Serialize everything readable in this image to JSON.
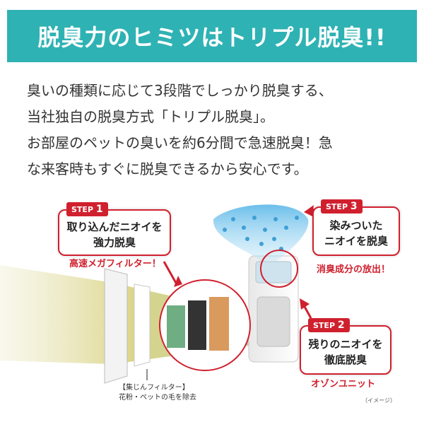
{
  "header": {
    "title": "脱臭力のヒミツはトリプル脱臭!!"
  },
  "intro": {
    "lines": [
      "臭いの種類に応じて3段階でしっかり脱臭する、",
      "当社独自の脱臭方式「トリプル脱臭」。",
      "お部屋のペットの臭いを約6分間で急速脱臭！急",
      "な来客時もすぐに脱臭できるから安心です。"
    ]
  },
  "steps": [
    {
      "tag": "STEP",
      "num": "1",
      "line1": "取り込んだニオイを",
      "line2": "強力脱臭",
      "caption": "高速メガフィルター！"
    },
    {
      "tag": "STEP",
      "num": "3",
      "line1": "染みついた",
      "line2": "ニオイを脱臭",
      "caption": "消臭成分の放出！"
    },
    {
      "tag": "STEP",
      "num": "2",
      "line1": "残りのニオイを",
      "line2": "徹底脱臭",
      "caption": "オゾンユニット"
    }
  ],
  "filter_caption": {
    "line1": "【集じんフィルター】",
    "line2": "花粉・ペットの毛を除去"
  },
  "image_note": "（イメージ）",
  "colors": {
    "banner": "#2fb2b4",
    "accent": "#d0202e",
    "text": "#333333"
  }
}
